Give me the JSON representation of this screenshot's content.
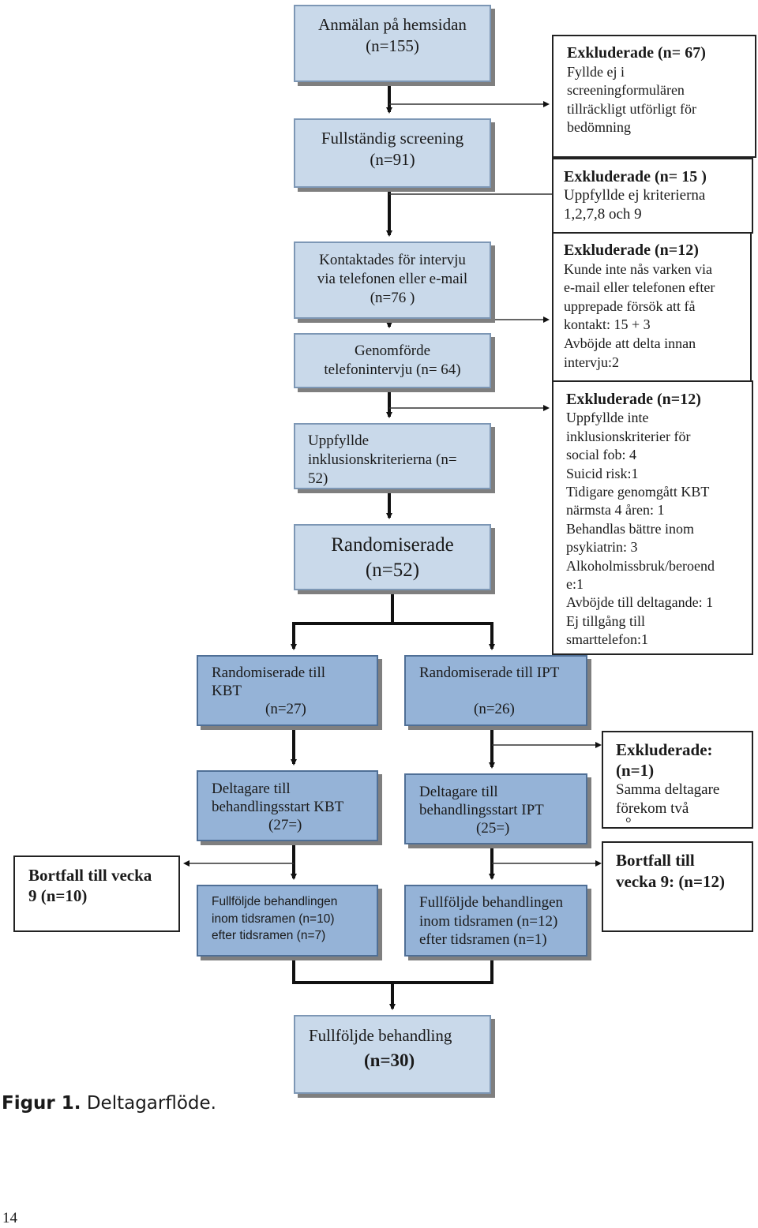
{
  "flow": {
    "anmalan": [
      "Anmälan på hemsidan",
      "(n=155)"
    ],
    "screening": [
      "Fullständig screening",
      "(n=91)"
    ],
    "kontakt": [
      "Kontaktades för intervju",
      "via telefonen eller e-mail",
      "(n=76 )"
    ],
    "genomforde": [
      "Genomförde",
      "telefonintervju (n= 64)"
    ],
    "uppfyllde": [
      "Uppfyllde",
      "inklusionskriterierna (n=",
      "52)"
    ],
    "randomiserade": [
      "Randomiserade",
      "(n=52)"
    ],
    "rand_kbt": [
      "Randomiserade till",
      "KBT",
      "(n=27)"
    ],
    "rand_ipt": [
      "Randomiserade till IPT",
      "(n=26)"
    ],
    "delt_kbt": [
      "Deltagare till",
      "behandlingsstart KBT",
      "(27=)"
    ],
    "delt_ipt": [
      "Deltagare till",
      "behandlingsstart IPT",
      "(25=)"
    ],
    "full_kbt": [
      "Fullföljde behandlingen",
      "inom tidsramen (n=10)",
      "efter tidsramen (n=7)"
    ],
    "full_ipt": [
      "Fullföljde behandlingen",
      "inom tidsramen (n=12)",
      "efter tidsramen (n=1)"
    ],
    "full_total": [
      "Fullföljde behandling",
      "(n=30)"
    ]
  },
  "side": {
    "ex1_title": "Exkluderade (n= 67)",
    "ex1_lines": [
      "Fyllde ej i",
      "screeningformulären",
      "tillräckligt utförligt för",
      "bedömning"
    ],
    "ex2_title": "Exkluderade (n= 15 )",
    "ex2_lines": [
      "Uppfyllde ej kriterierna",
      "1,2,7,8 och 9"
    ],
    "ex3_title": "Exkluderade (n=12)",
    "ex3_lines": [
      "Kunde inte nås varken via",
      "e-mail eller telefonen efter",
      "upprepade försök att få",
      "kontakt: 15 + 3",
      "Avböjde att delta innan",
      "intervju:2"
    ],
    "ex4_title": "Exkluderade (n=12)",
    "ex4_lines": [
      "Uppfyllde inte",
      "inklusionskriterier för",
      "social fob: 4",
      "Suicid risk:1",
      "Tidigare genomgått KBT",
      "närmsta 4 åren: 1",
      "Behandlas bättre inom",
      "psykiatrin: 3",
      "Alkoholmissbruk/beroend",
      "e:1",
      "Avböjde till deltagande: 1",
      "Ej tillgång till",
      "smarttelefon:1"
    ],
    "ex5_title": [
      "Exkluderade:",
      "(n=1)"
    ],
    "ex5_lines": [
      "Samma deltagare",
      "förekom två",
      "°"
    ],
    "bortfall_ipt": [
      "Bortfall till",
      "vecka 9: (n=12)"
    ],
    "bortfall_kbt": [
      "Bortfall till vecka",
      "9 (n=10)"
    ]
  },
  "caption": {
    "label": "Figur 1.",
    "text": "Deltagarflöde."
  },
  "page_number": "14"
}
